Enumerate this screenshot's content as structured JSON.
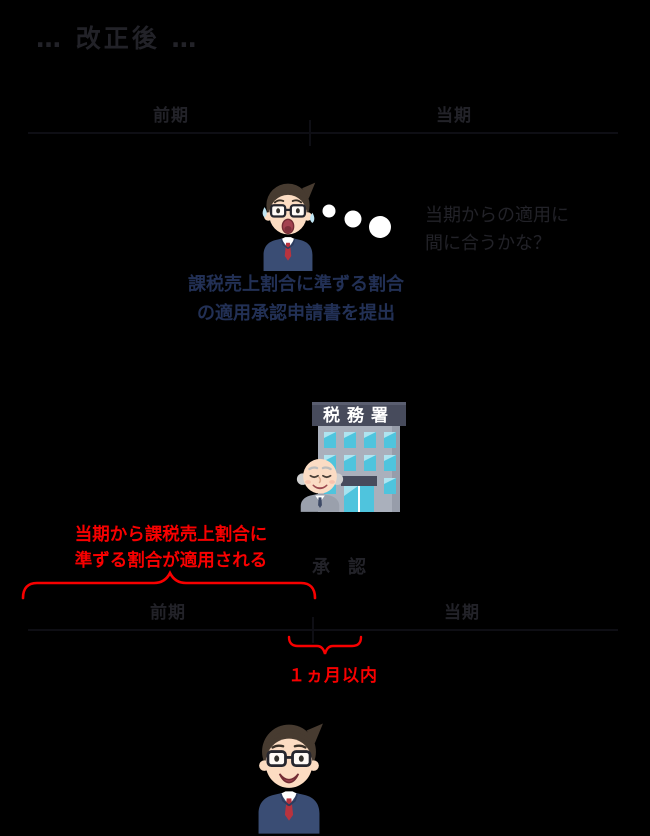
{
  "colors": {
    "background": "#000000",
    "red": "#f80000",
    "dark_text": "#222228",
    "caption_navy": "#223055",
    "thought_bubble": "#ffffff",
    "building_body": "#aab0bc",
    "building_sign_bg": "#474b5c",
    "building_sign_text": "#ffffff",
    "window_cyan": "#4fc4dd",
    "suit_navy": "#3a4d74",
    "tie_red": "#b8333e",
    "skin": "#fcdcc2",
    "officer_suit_grey": "#9aa0ac"
  },
  "title": {
    "text": "… 改正後 …"
  },
  "timeline_top": {
    "left_label": "前期",
    "right_label": "当期"
  },
  "thought": {
    "line1": "当期からの適用に",
    "line2": "間に合うかな？"
  },
  "submission_caption": {
    "line1": "課税売上割合に準ずる割合",
    "line2": "の適用承認申請書を提出"
  },
  "tax_office": {
    "sign_text": "税務署"
  },
  "approval": {
    "label": "承　認"
  },
  "highlight_note": {
    "line1": "当期から課税売上割合に",
    "line2": "準ずる割合が適用される"
  },
  "timeline_bottom": {
    "left_label": "前期",
    "right_label": "当期"
  },
  "one_month": {
    "label": "１ヵ月以内"
  }
}
